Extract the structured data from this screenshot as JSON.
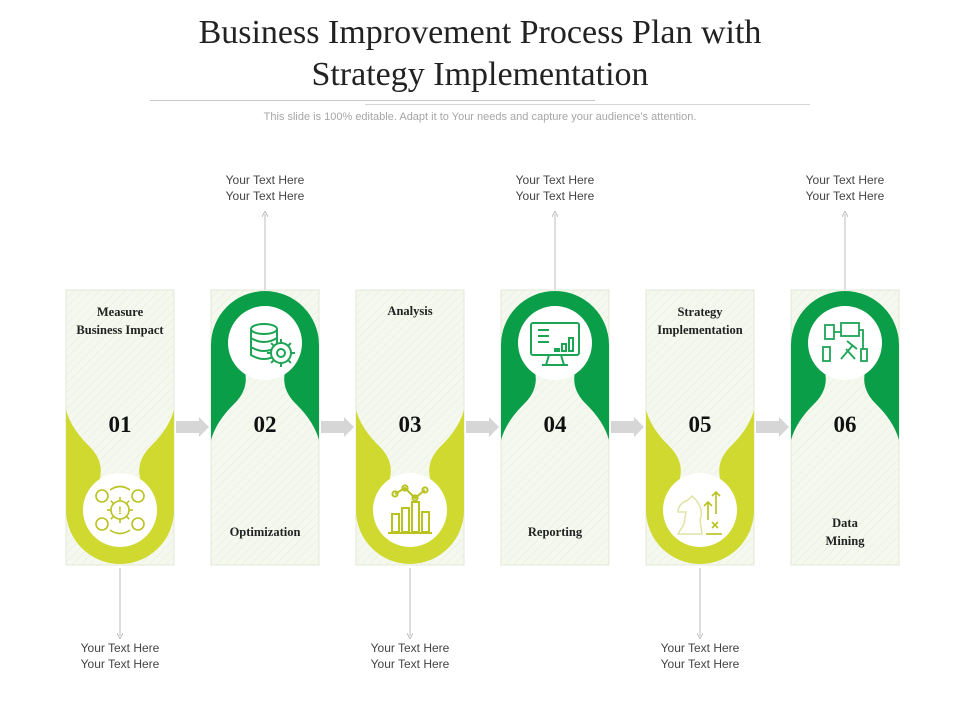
{
  "title": {
    "line1": "Business Improvement Process Plan with",
    "line2": "Strategy Implementation"
  },
  "subtitle": "This slide is 100% editable. Adapt it to Your needs and capture your audience’s attention.",
  "colors": {
    "yellow_green": "#cfd92f",
    "green": "#0a9e49",
    "card_fill": "#f4f7ec",
    "arrow": "#d6d6d6",
    "icon_green": "#1ea455",
    "icon_yellow": "#b9c21f"
  },
  "steps": [
    {
      "number": "01",
      "label_lines": [
        "Measure",
        "Business Impact"
      ],
      "icon": "business-impact-gears-icon",
      "note_lines": [
        "Your Text Here",
        "Your Text Here"
      ]
    },
    {
      "number": "02",
      "label_lines": [
        "Optimization"
      ],
      "icon": "database-gear-icon",
      "note_lines": [
        "Your Text Here",
        "Your Text Here"
      ]
    },
    {
      "number": "03",
      "label_lines": [
        "Analysis"
      ],
      "icon": "bar-line-chart-icon",
      "note_lines": [
        "Your Text Here",
        "Your Text Here"
      ]
    },
    {
      "number": "04",
      "label_lines": [
        "Reporting"
      ],
      "icon": "monitor-report-icon",
      "note_lines": [
        "Your Text Here",
        "Your Text Here"
      ]
    },
    {
      "number": "05",
      "label_lines": [
        "Strategy",
        "Implementation"
      ],
      "icon": "chess-knight-strategy-icon",
      "note_lines": [
        "Your Text Here",
        "Your Text Here"
      ]
    },
    {
      "number": "06",
      "label_lines": [
        "Data",
        "Mining"
      ],
      "icon": "data-mining-icon",
      "note_lines": [
        "Your Text Here",
        "Your Text Here"
      ]
    }
  ]
}
